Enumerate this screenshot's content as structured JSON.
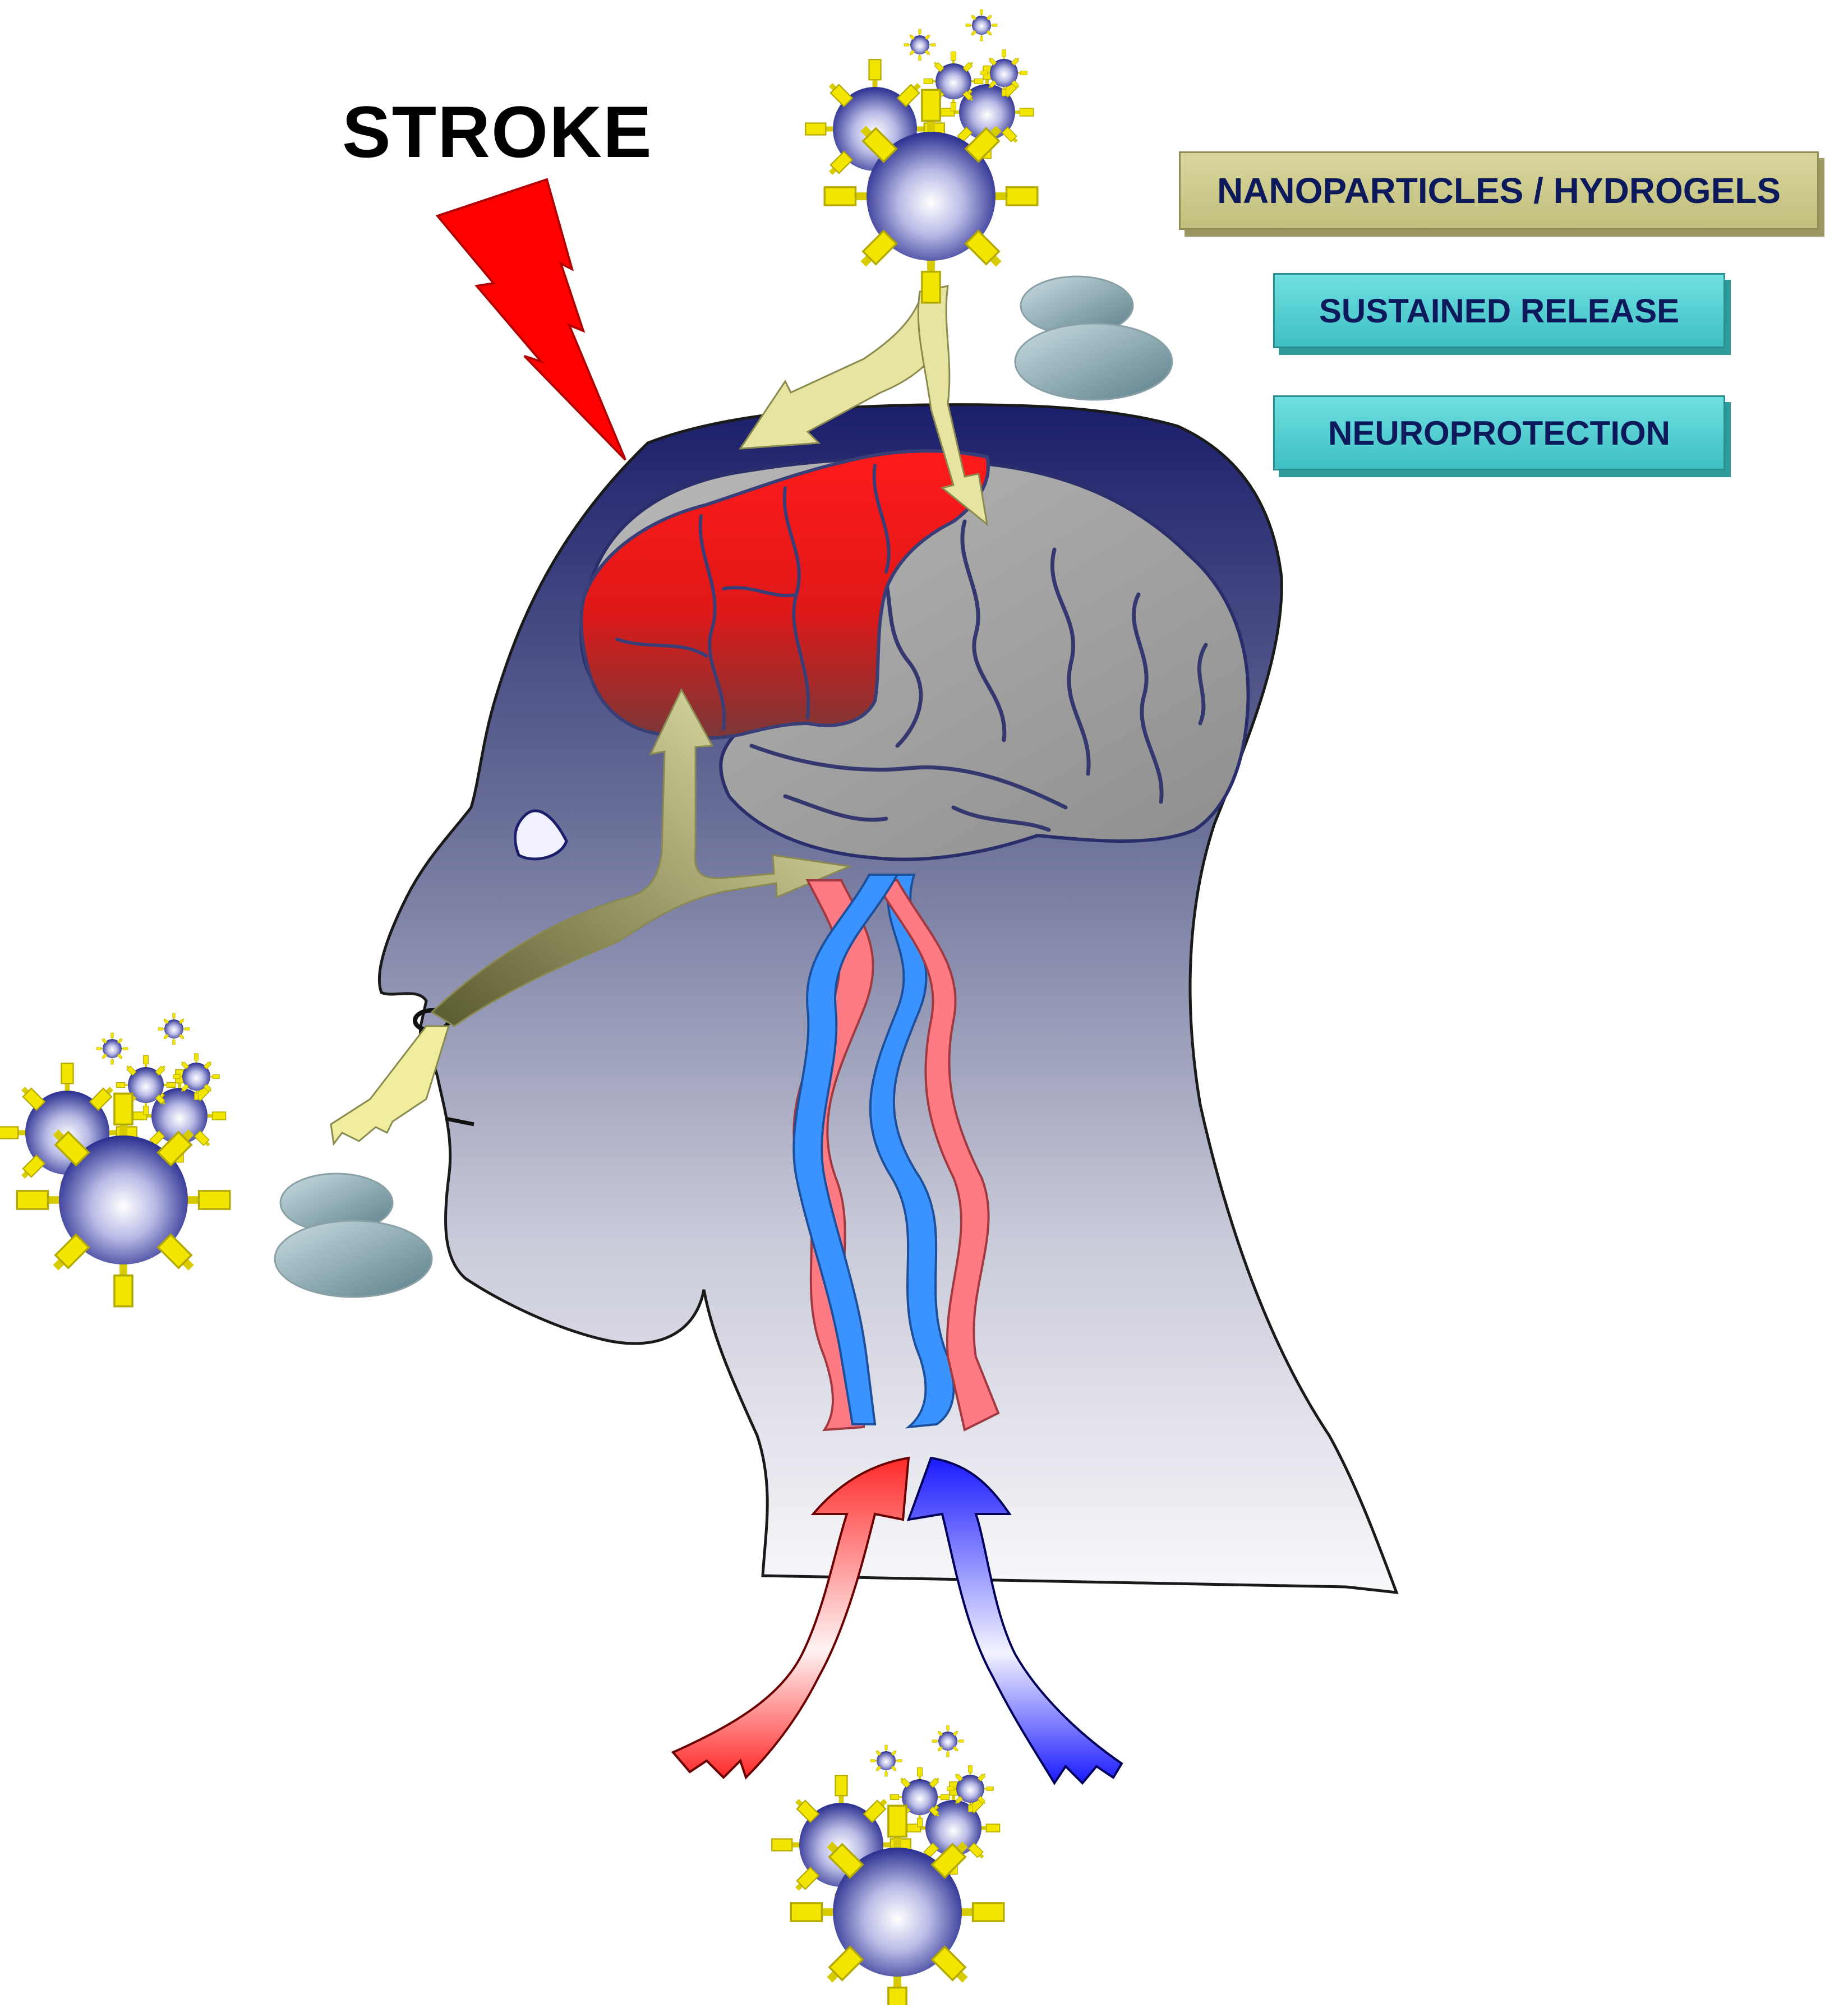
{
  "title": "STROKE",
  "labels": {
    "nanoparticles_hydrogels": "NANOPARTICLES / HYDROGELS",
    "sustained_release": "SUSTAINED RELEASE",
    "neuroprotection": "NEUROPROTECTION"
  },
  "colors": {
    "head_top": "#1b1e6a",
    "head_bottom": "#f7f7fa",
    "brain": "#a7a7a7",
    "infarct": "#ff1a1a",
    "lightning": "#ff0000",
    "pathway_arrow": "#e9e7a4",
    "artery": "#ff7b84",
    "vein": "#3a93ff",
    "nanoparticle": "#2a2e8f",
    "ligand": "#f2e600",
    "hydrogel": "#9bb8c2",
    "tag_gold": "#cfcd8e",
    "tag_teal": "#52d0d2"
  },
  "icons": [
    "lightning-icon",
    "nanoparticle-cluster-icon",
    "hydrogel-pad-icon",
    "brain-icon",
    "blood-vessel-icon"
  ]
}
